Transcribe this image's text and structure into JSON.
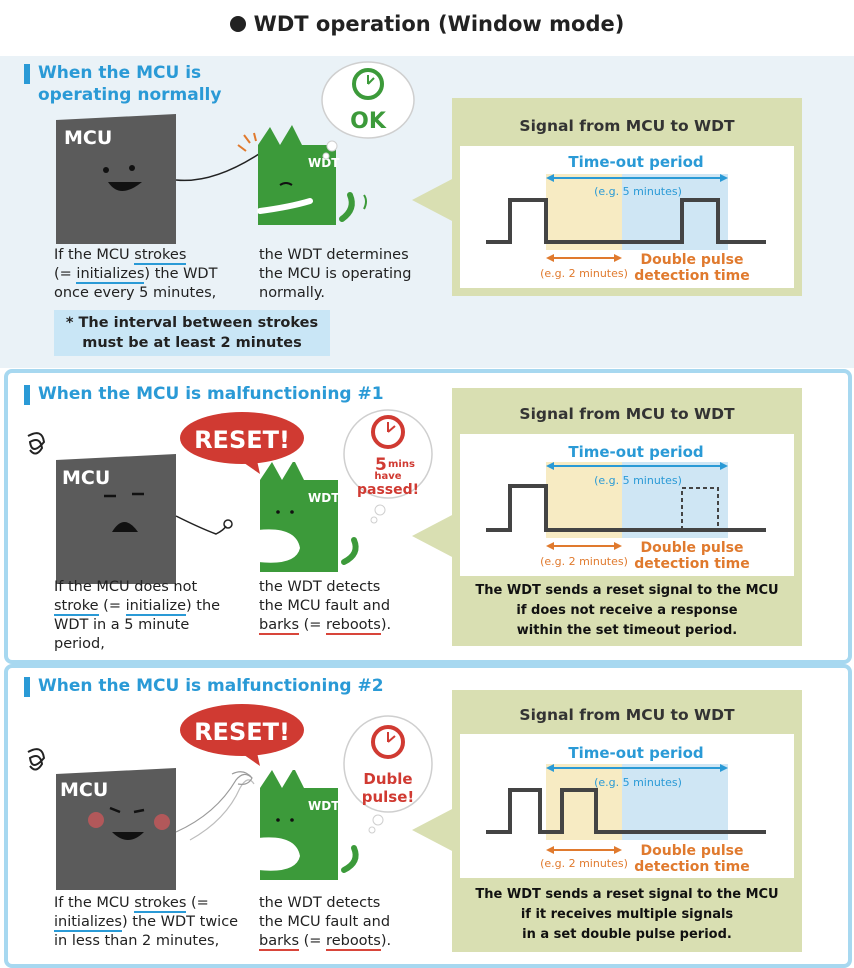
{
  "title": "WDT operation (Window mode)",
  "sections": [
    {
      "heading_line1": "When the MCU is",
      "heading_line2": "operating normally",
      "mcu_label": "MCU",
      "wdt_label": "WDT",
      "bubble_text": "OK",
      "mcu_caption": {
        "l1a": "If the MCU ",
        "l1b": "strokes",
        "l2a": "(= ",
        "l2b": "initializes",
        "l2c": ") the WDT",
        "l3": "once every 5 minutes,"
      },
      "wdt_caption": {
        "l1": "the WDT determines",
        "l2": "the MCU is operating",
        "l3": "normally."
      },
      "note": {
        "l1": "* The interval between strokes",
        "l2": "must be at least 2 minutes"
      },
      "panel": {
        "title": "Signal from MCU to WDT",
        "timeout_label": "Time-out period",
        "timeout_example": "(e.g.  5 minutes)",
        "min_example": "(e.g.  2 minutes)",
        "double_pulse_l1": "Double pulse",
        "double_pulse_l2": "detection time"
      }
    },
    {
      "heading": "When the MCU is malfunctioning #1",
      "mcu_label": "MCU",
      "wdt_label": "WDT",
      "reset_text": "RESET!",
      "bubble": {
        "num": "5",
        "l1": "mins",
        "l2": "have",
        "l3": "passed!"
      },
      "mcu_caption": {
        "l1": "If the MCU does not",
        "l2a": "stroke",
        "l2b": " (= ",
        "l2c": "initialize",
        "l2d": ") the",
        "l3": "WDT in a 5 minute",
        "l4": "period,"
      },
      "wdt_caption": {
        "l1": "the WDT detects",
        "l2": "the MCU fault and",
        "l3a": "barks",
        "l3b": " (= ",
        "l3c": "reboots",
        "l3d": ")."
      },
      "panel": {
        "title": "Signal from MCU to WDT",
        "timeout_label": "Time-out period",
        "timeout_example": "(e.g.  5 minutes)",
        "min_example": "(e.g.  2 minutes)",
        "double_pulse_l1": "Double pulse",
        "double_pulse_l2": "detection time",
        "foot_l1": "The WDT sends a reset signal to the MCU",
        "foot_l2": "if does not receive a response",
        "foot_l3": "within the set timeout period."
      }
    },
    {
      "heading": "When the MCU is malfunctioning #2",
      "mcu_label": "MCU",
      "wdt_label": "WDT",
      "reset_text": "RESET!",
      "bubble": {
        "l1": "Duble",
        "l2": "pulse!"
      },
      "mcu_caption": {
        "l1a": "If the MCU ",
        "l1b": "strokes",
        "l1c": " (=",
        "l2a": "initializes",
        "l2b": ") the WDT twice",
        "l3": "in less than 2 minutes,"
      },
      "wdt_caption": {
        "l1": "the WDT detects",
        "l2": "the MCU fault and",
        "l3a": "barks",
        "l3b": " (= ",
        "l3c": "reboots",
        "l3d": ")."
      },
      "panel": {
        "title": "Signal from MCU to WDT",
        "timeout_label": "Time-out period",
        "timeout_example": "(e.g.  5 minutes)",
        "min_example": "(e.g.  2 minutes)",
        "double_pulse_l1": "Double pulse",
        "double_pulse_l2": "detection time",
        "foot_l1": "The WDT sends a reset signal to the MCU",
        "foot_l2": "if it receives multiple signals",
        "foot_l3": "in a set double pulse period."
      }
    }
  ],
  "colors": {
    "blue": "#2a9ad6",
    "orange": "#e07a2e",
    "red": "#d03a32",
    "green": "#3c9a3a",
    "mcu_gray": "#5b5b5b",
    "panel": "#d9dfb2"
  }
}
